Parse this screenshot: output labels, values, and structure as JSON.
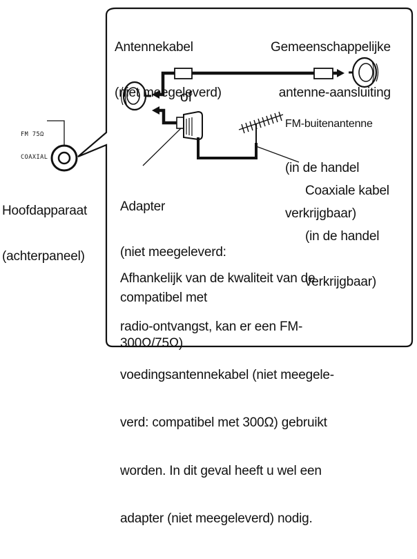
{
  "labels": {
    "antenna_cable": [
      "Antennekabel",
      "(niet meegeleverd)"
    ],
    "communal_antenna": [
      "Gemeenschappelijke",
      "antenne-aansluiting"
    ],
    "or": "of",
    "fm_outdoor": [
      "FM-buitenantenne",
      "(in de handel",
      "verkrijgbaar)"
    ],
    "coax_cable": [
      "Coaxiale kabel",
      "(in de handel",
      "verkrijgbaar)"
    ],
    "adapter": [
      "Adapter",
      "(niet meegeleverd:",
      "compatibel met",
      "300Ω/75Ω)"
    ],
    "main_unit": [
      "Hoofdapparaat",
      "(achterpaneel)"
    ],
    "terminal": [
      "FM 75Ω",
      "COAXIAL"
    ],
    "note": [
      "Afhankelijk van de kwaliteit van de",
      "radio-ontvangst, kan er een FM-",
      "voedingsantennekabel (niet meegele-",
      "verd: compatibel met 300Ω) gebruikt",
      "worden. In dit geval heeft u wel een",
      "adapter (niet meegeleverd) nodig."
    ]
  },
  "colors": {
    "line": "#111111",
    "background": "#ffffff"
  }
}
